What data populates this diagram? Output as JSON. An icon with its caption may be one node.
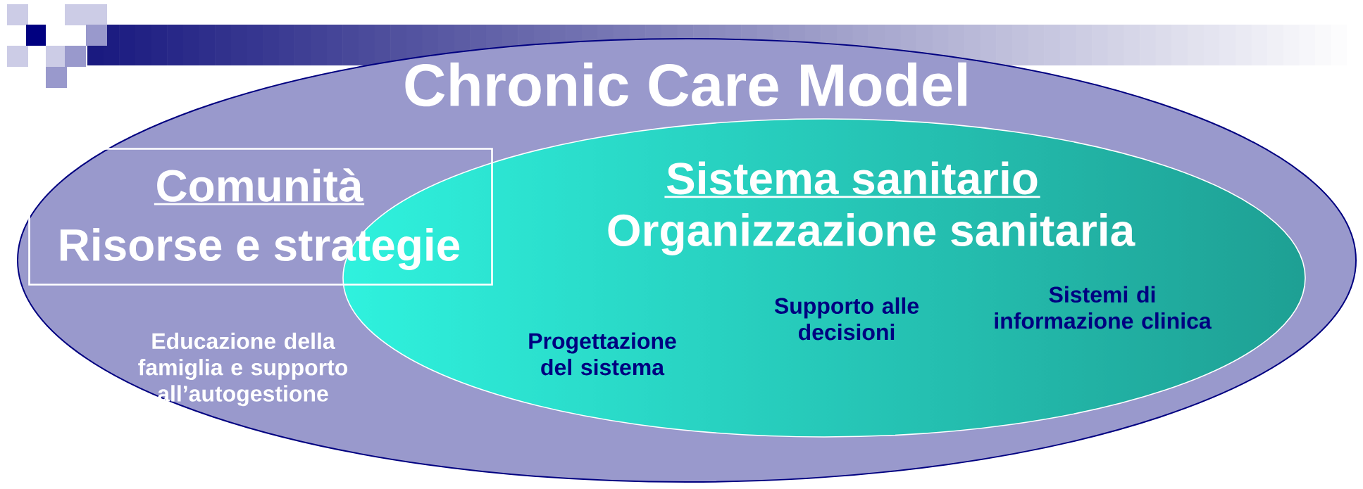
{
  "diagram": {
    "nodes": [
      {
        "text": [
          "Chronic Care Model",
          "Educazione della famiglia e supporto all’autogestione"
        ]
      },
      {
        "text": [
          "Comunità",
          "Risorse e strategie"
        ],
        "in": 0
      },
      {
        "text": [
          "Sistema sanitario",
          "Organizzazione sanitaria",
          "Progettazione del sistema",
          "Supporto alle decisioni",
          "Sistemi di informazione clinica"
        ],
        "in": 0
      }
    ]
  }
}
